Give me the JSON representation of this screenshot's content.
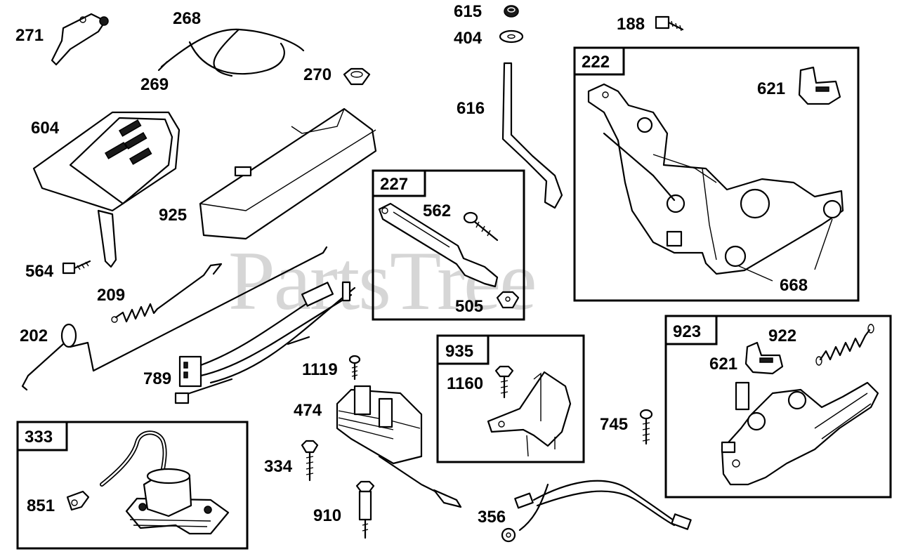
{
  "watermark": "PartsTree",
  "callouts": {
    "c271": "271",
    "c268": "268",
    "c269": "269",
    "c270": "270",
    "c604": "604",
    "c925": "925",
    "c564": "564",
    "c209": "209",
    "c202": "202",
    "c789": "789",
    "c615": "615",
    "c404": "404",
    "c616": "616",
    "c188": "188",
    "c227": "227",
    "c562": "562",
    "c505": "505",
    "c222": "222",
    "c621a": "621",
    "c668": "668",
    "c1119": "1119",
    "c474": "474",
    "c334": "334",
    "c910": "910",
    "c935": "935",
    "c1160": "1160",
    "c745": "745",
    "c356": "356",
    "c923": "923",
    "c922": "922",
    "c621b": "621",
    "c333": "333",
    "c851": "851"
  }
}
